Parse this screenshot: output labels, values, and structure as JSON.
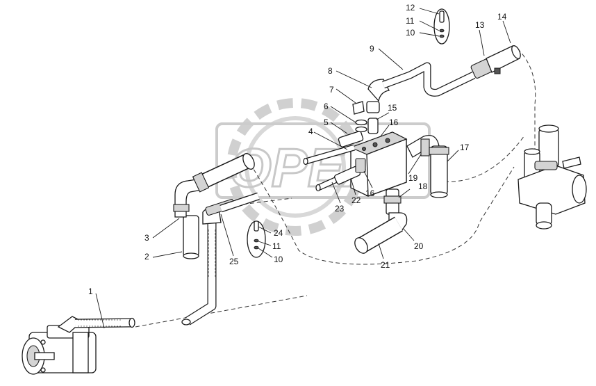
{
  "watermark": {
    "text": "OPEX"
  },
  "labels": {
    "l1": "1",
    "l2": "2",
    "l3": "3",
    "l4": "4",
    "l5": "5",
    "l6": "6",
    "l7": "7",
    "l8": "8",
    "l9": "9",
    "l10a": "10",
    "l10b": "10",
    "l11a": "11",
    "l11b": "11",
    "l12": "12",
    "l13": "13",
    "l14": "14",
    "l15": "15",
    "l16a": "16",
    "l16b": "16",
    "l17": "17",
    "l18": "18",
    "l19": "19",
    "l20": "20",
    "l21": "21",
    "l22": "22",
    "l23": "23",
    "l24": "24",
    "l25": "25"
  },
  "colors": {
    "line": "#1a1a1a",
    "watermark": "#c8c8c8",
    "background": "#ffffff"
  }
}
